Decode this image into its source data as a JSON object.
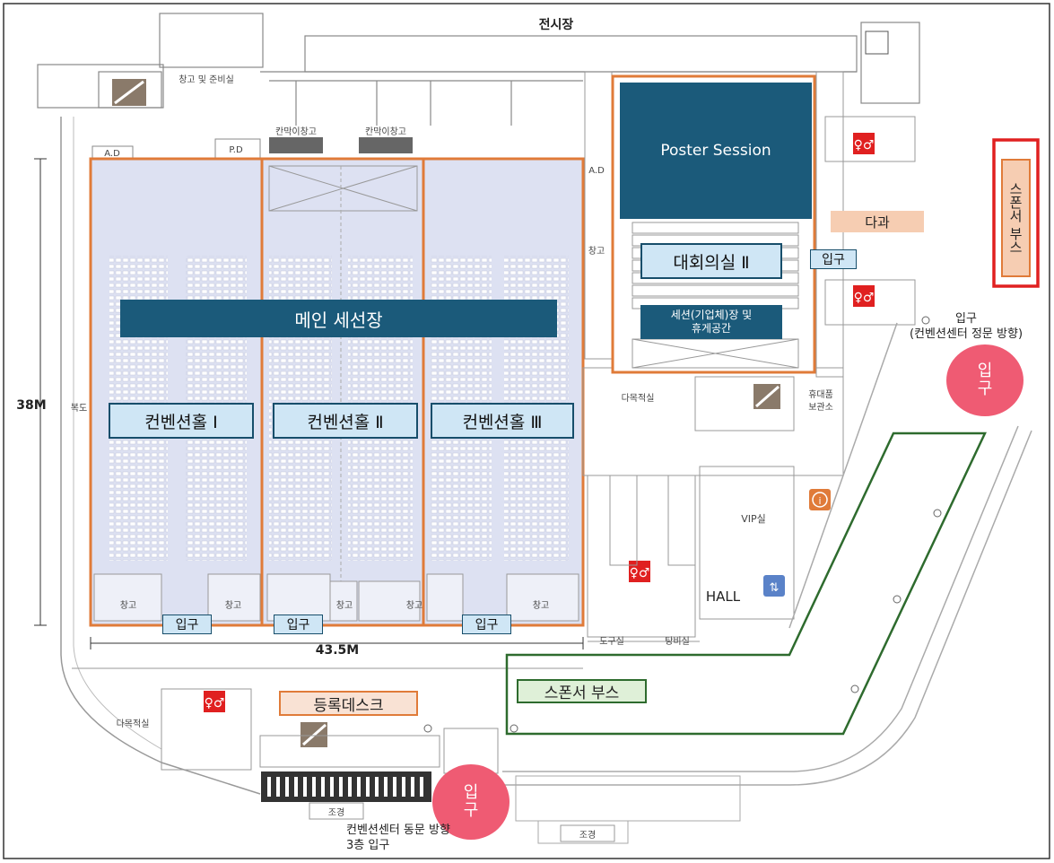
{
  "map": {
    "exhibition_hall": "전시장",
    "storage_prep_room": "창고 및 준비실",
    "curtain_storage": "칸막이창고",
    "ad": "A.D",
    "pd": "P.D",
    "storage": "창고",
    "corridor": "복도",
    "multipurpose_room": "다목적실",
    "luggage_storage": "휴대품\n보관소",
    "vip_room": "VIP실",
    "hall": "HALL",
    "tool_room": "도구실",
    "water_room": "탕비실",
    "landscape": "조경",
    "dimension_height": "38M",
    "dimension_width": "43.5M"
  },
  "rooms": {
    "main_session": "메인 세선장",
    "convention_hall_1": "컨벤션홀 Ⅰ",
    "convention_hall_2": "컨벤션홀 Ⅱ",
    "convention_hall_3": "컨벤션홀 Ⅲ",
    "poster_session": "Poster Session",
    "conference_room_2": "대회의실 Ⅱ",
    "session_room": "세션(기업체)장 및\n휴게공간",
    "refreshments": "다과",
    "registration_desk": "등록데스크",
    "sponsor_booth_main": "스폰서 부스",
    "sponsor_booth_side": "스폰서 부스"
  },
  "entrances": {
    "hall1": "입구",
    "hall2": "입구",
    "hall3": "입구",
    "conf2": "입구",
    "main_gate_label": "입구\n(컨벤션센터 정문 방향)",
    "main_gate_circle": "입\n구",
    "east_gate_circle": "입\n구",
    "east_gate_label": "컨벤션센터 동문 방향\n3층 입구"
  },
  "colors": {
    "orange_outline": "#e07b39",
    "dark_teal": "#1b5a7a",
    "light_blue": "#cfe6f5",
    "hall_fill": "#dde1f2",
    "entrance_pink": "#ef5b73",
    "sponsor_green": "#2e6b2e",
    "red_highlight": "#e02020",
    "peach": "#f6cdb2"
  }
}
